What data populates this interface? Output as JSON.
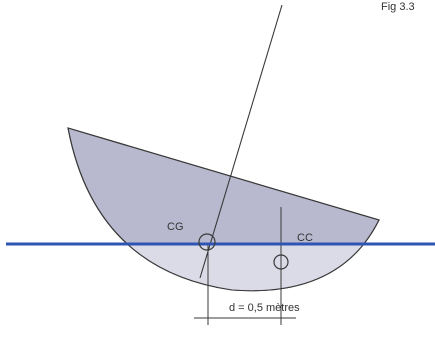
{
  "figure": {
    "corner_text": "Fig 3.3",
    "labels": {
      "cg": "CG",
      "cc": "CC",
      "distance": "d = 0,5 mètres"
    }
  },
  "colors": {
    "hull_fill": "#b8b9cf",
    "submerged_fill": "#dadbe6",
    "waterline": "#2e55b4",
    "stroke": "#3a3a3a"
  }
}
